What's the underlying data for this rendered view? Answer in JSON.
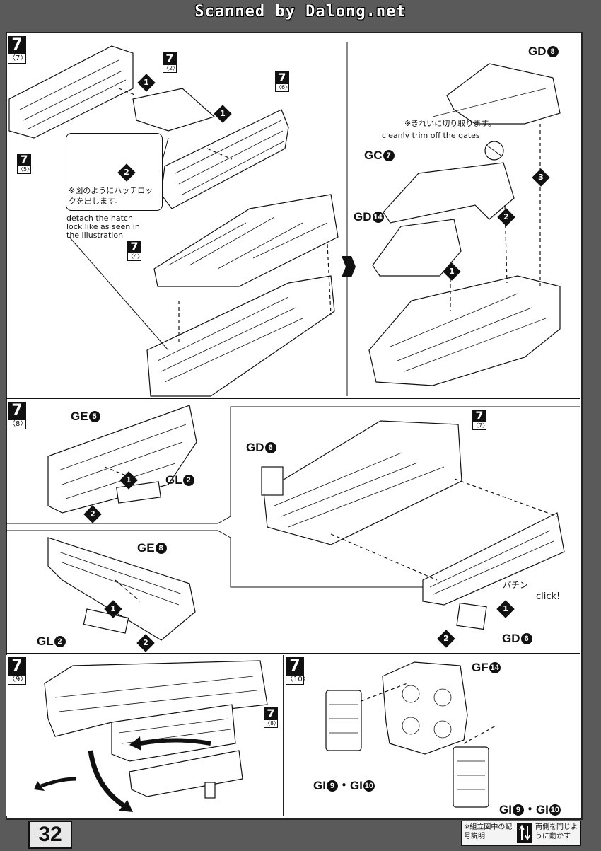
{
  "header": {
    "watermark": "Scanned by Dalong.net"
  },
  "steps": {
    "s7_7": {
      "num": "7",
      "sub": "〈7〉"
    },
    "s7_2": {
      "num": "7",
      "sub": "〈2〉"
    },
    "s7_6": {
      "num": "7",
      "sub": "〈6〉"
    },
    "s7_5": {
      "num": "7",
      "sub": "〈5〉"
    },
    "s7_4": {
      "num": "7",
      "sub": "〈4〉"
    },
    "s7_8": {
      "num": "7",
      "sub": "〈8〉"
    },
    "s7_7b": {
      "num": "7",
      "sub": "〈7〉"
    },
    "s7_9": {
      "num": "7",
      "sub": "〈9〉"
    },
    "s7_8b": {
      "num": "7",
      "sub": "〈8〉"
    },
    "s7_10": {
      "num": "7",
      "sub": "〈10〉"
    }
  },
  "notes": {
    "hatch_jp": "※図のようにハッチロックを出します。",
    "hatch_en": "detach the hatch lock like as seen in the illustration",
    "trim_jp": "※きれいに切り取ります。",
    "trim_en": "cleanly trim off the gates",
    "click_jp": "パチン",
    "click_en": "click!"
  },
  "parts": {
    "gd8": {
      "code": "GD",
      "num": "8"
    },
    "gc7": {
      "code": "GC",
      "num": "7"
    },
    "gd14": {
      "code": "GD",
      "num": "14"
    },
    "ge5": {
      "code": "GE",
      "num": "5"
    },
    "gl2a": {
      "code": "GL",
      "num": "2"
    },
    "gd6a": {
      "code": "GD",
      "num": "6"
    },
    "ge8": {
      "code": "GE",
      "num": "8"
    },
    "gl2b": {
      "code": "GL",
      "num": "2"
    },
    "gd6b": {
      "code": "GD",
      "num": "6"
    },
    "gf14": {
      "code": "GF",
      "num": "14"
    },
    "gi_a": {
      "code1": "GI",
      "num1": "9",
      "sep": "・",
      "code2": "GI",
      "num2": "10"
    },
    "gi_b": {
      "code1": "GI",
      "num1": "9",
      "sep": "・",
      "code2": "GI",
      "num2": "10"
    }
  },
  "arrows": {
    "one": "1",
    "two": "2",
    "three": "3"
  },
  "footer": {
    "page_number": "32",
    "legend_left": "※組立図中の記号説明",
    "legend_right": "両側を同じように動かす"
  },
  "colors": {
    "page_border": "#5a5a5a",
    "ink": "#111111",
    "paper": "#ffffff"
  }
}
